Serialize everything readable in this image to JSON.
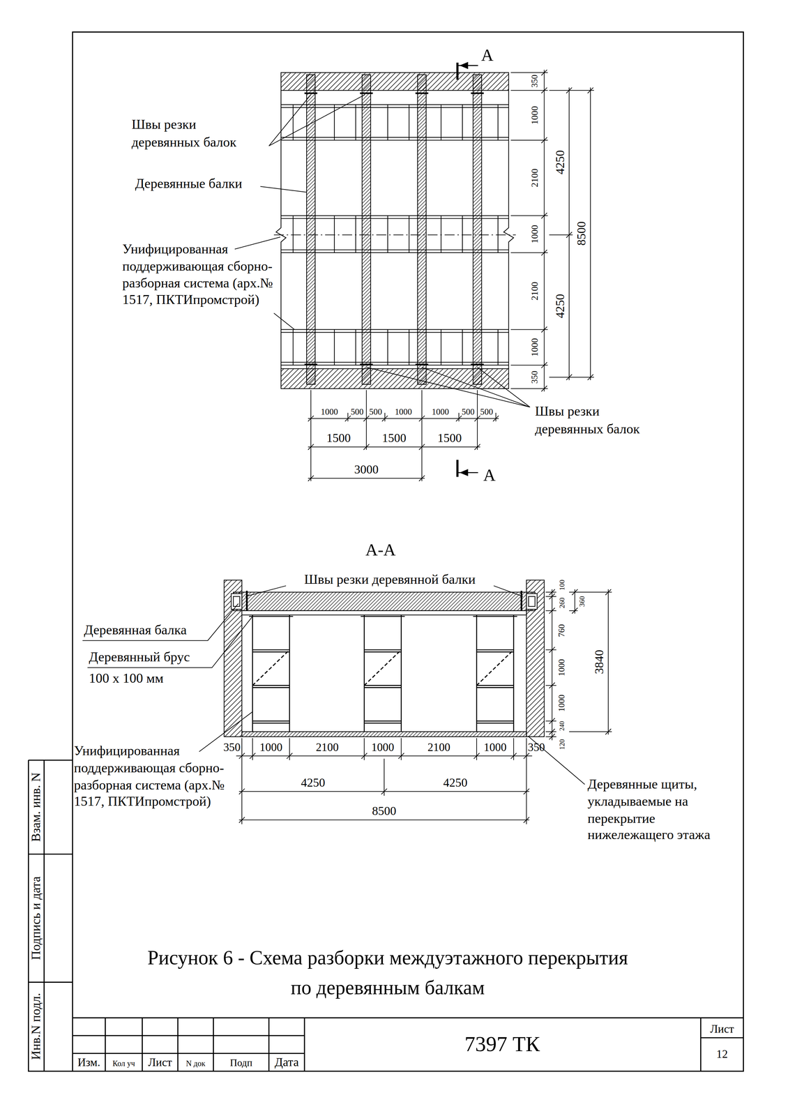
{
  "diagram": {
    "caption": "Рисунок 6 - Схема разборки междуэтажного перекрытия по деревянным балкам",
    "labels": [
      "А",
      "Швы резки деревянных балок",
      "Деревянные балки",
      "Унифицированная поддерживающая сборно-разборная система (арх.№ 1517, ПКТИпромстрой)",
      "350",
      "1000",
      "2100",
      "1000",
      "2100",
      "1000",
      "350",
      "4250",
      "4250",
      "8500",
      "1000",
      "500",
      "500",
      "1000",
      "1000",
      "500",
      "500",
      "1500",
      "1500",
      "1500",
      "3000",
      "Швы резки деревянных балок",
      "А",
      "А-А",
      "Швы резки деревянной балки",
      "Деревянная балка",
      "Деревянный брус 100 х 100 мм",
      "360",
      "100",
      "260",
      "760",
      "1000",
      "1000",
      "240",
      "120",
      "3840",
      "Унифицированная поддерживающая сборно-разборная система (арх.№ 1517, ПКТИпромстрой)",
      "350",
      "1000",
      "2100",
      "1000",
      "2100",
      "1000",
      "350",
      "4250",
      "4250",
      "8500",
      "Деревянные щиты, укладываемые на перекрытие нижележащего этажа",
      "Взам. инв. N",
      "Подпись и дата",
      "Инв.N подл.",
      "Изм.",
      "Кол уч",
      "Лист",
      "N док",
      "Подп",
      "Дата",
      "7397 ТК",
      "Лист",
      "12"
    ]
  }
}
